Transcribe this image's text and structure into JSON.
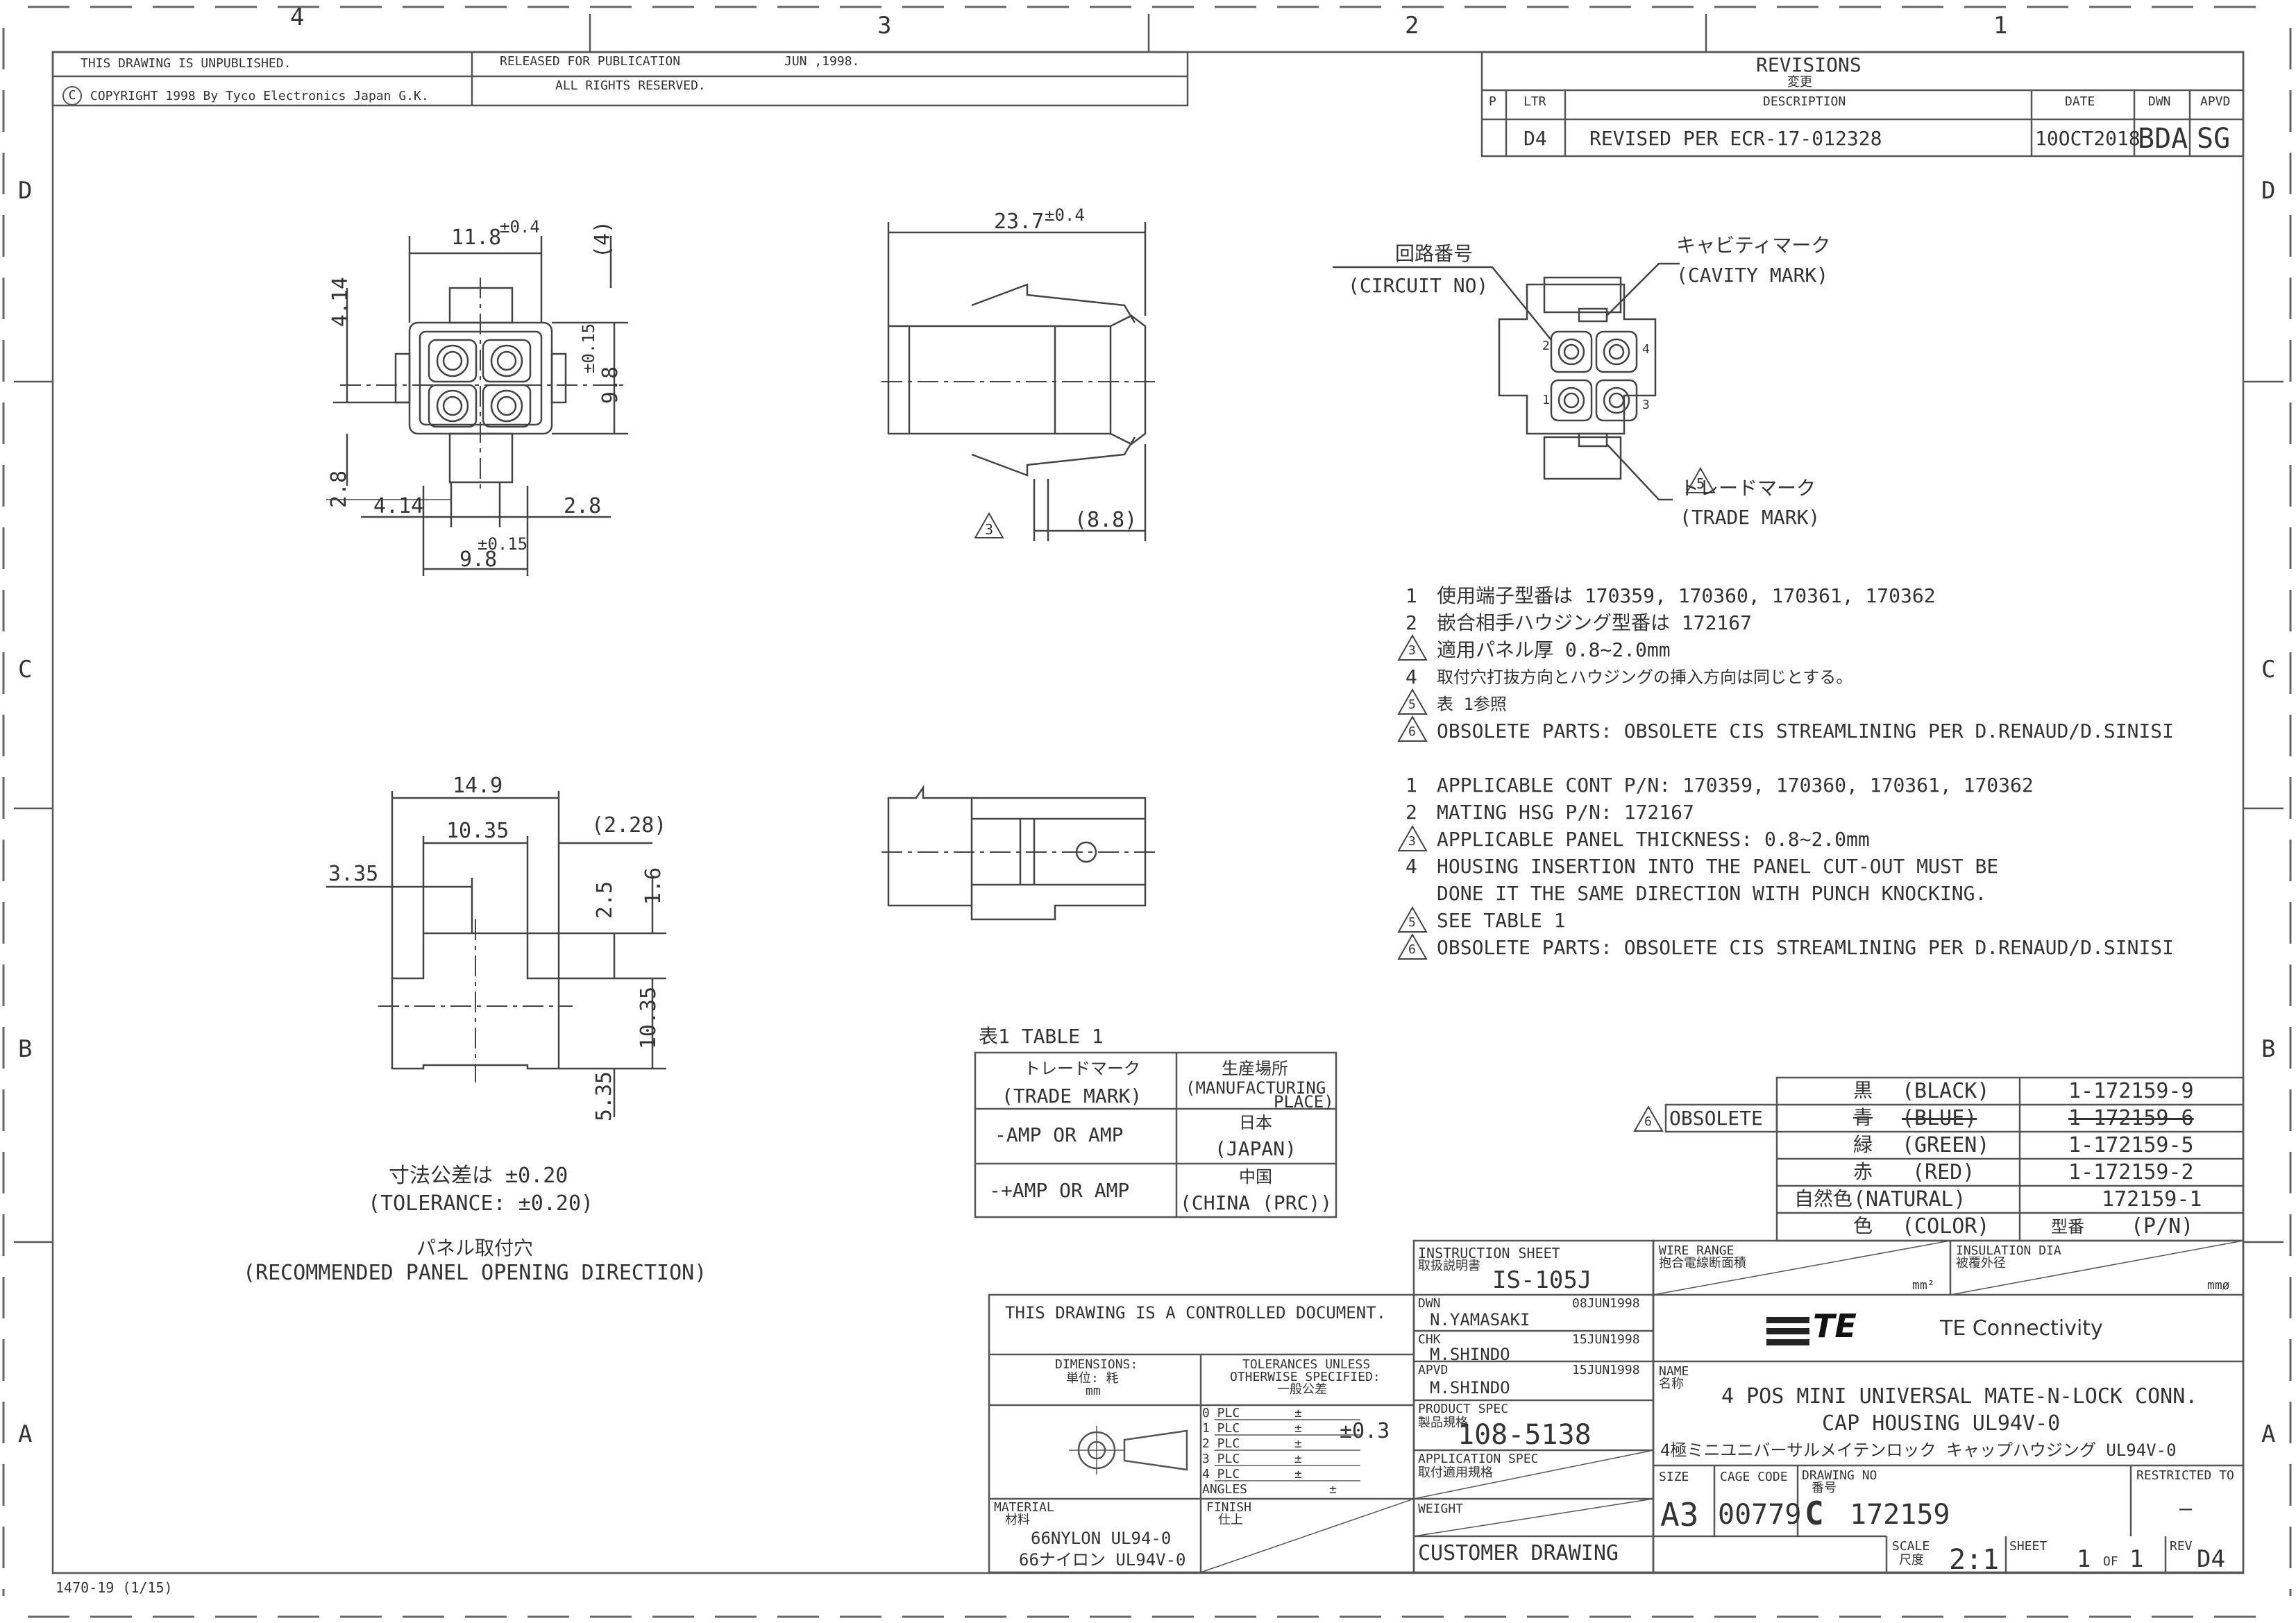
{
  "frame": {
    "zones_top": [
      "4",
      "3",
      "2",
      "1"
    ],
    "zones_side": [
      "D",
      "C",
      "B",
      "A"
    ]
  },
  "header": {
    "unpublished": "THIS DRAWING IS UNPUBLISHED.",
    "copyright": "COPYRIGHT  1998  By Tyco Electronics Japan G.K.",
    "copyright_symbol": "C",
    "released": "RELEASED FOR PUBLICATION",
    "released_date": "JUN ,1998.",
    "rights": "ALL RIGHTS RESERVED."
  },
  "revisions": {
    "title": "REVISIONS",
    "title_jp": "変更",
    "headers": [
      "P",
      "LTR",
      "DESCRIPTION",
      "DATE",
      "DWN",
      "APVD"
    ],
    "rows": [
      {
        "p": "",
        "ltr": "D4",
        "description": "REVISED  PER  ECR-17-012328",
        "date": "10OCT2018",
        "dwn": "BDA",
        "apvd": "SG"
      }
    ]
  },
  "view_front": {
    "dims": [
      "11.8",
      "±0.4",
      "(4)",
      "4.14",
      "±0.15",
      "9.8",
      "2.8",
      "4.14",
      "2.8",
      "±0.15",
      "9.8"
    ]
  },
  "view_side": {
    "dims": [
      "23.7",
      "±0.4",
      "(8.8)",
      "3"
    ]
  },
  "view_circuit": {
    "circuit_jp": "回路番号",
    "circuit_en": "(CIRCUIT  NO)",
    "cavity_jp": "キャビティマーク",
    "cavity_en": "(CAVITY  MARK)",
    "trade_num": "5",
    "trade_jp": "トレードマーク",
    "trade_en": "(TRADE  MARK)",
    "pins": [
      "1",
      "2",
      "3",
      "4"
    ]
  },
  "notes_jp": [
    {
      "num": "1",
      "text": "使用端子型番は  170359, 170360, 170361, 170362",
      "tri": false
    },
    {
      "num": "2",
      "text": "嵌合相手ハウジング型番は  172167",
      "tri": false
    },
    {
      "num": "3",
      "text": "適用パネル厚  0.8~2.0mm",
      "tri": true
    },
    {
      "num": "4",
      "text": "取付穴打抜方向とハウジングの挿入方向は同じとする。",
      "tri": false
    },
    {
      "num": "5",
      "text": "表 1参照",
      "tri": true
    },
    {
      "num": "6",
      "text": "OBSOLETE  PARTS:  OBSOLETE  CIS  STREAMLINING  PER  D.RENAUD/D.SINISI",
      "tri": true
    }
  ],
  "notes_en": [
    {
      "num": "1",
      "text": "APPLICABLE  CONT  P/N:  170359,  170360,  170361,  170362",
      "tri": false
    },
    {
      "num": "2",
      "text": "MATING  HSG  P/N:  172167",
      "tri": false
    },
    {
      "num": "3",
      "text": "APPLICABLE  PANEL  THICKNESS:  0.8~2.0mm",
      "tri": true
    },
    {
      "num": "4",
      "text": "HOUSING  INSERTION  INTO  THE  PANEL  CUT-OUT  MUST  BE",
      "tri": false
    },
    {
      "num": "",
      "text": "DONE  IT  THE  SAME  DIRECTION  WITH  PUNCH  KNOCKING.",
      "tri": false
    },
    {
      "num": "5",
      "text": "SEE  TABLE  1",
      "tri": true
    },
    {
      "num": "6",
      "text": "OBSOLETE  PARTS:  OBSOLETE  CIS  STREAMLINING  PER  D.RENAUD/D.SINISI",
      "tri": true
    }
  ],
  "panel_cutout": {
    "dims": [
      "14.9",
      "10.35",
      "(2.28)",
      "3.35",
      "2.5",
      "1.6",
      "10.35",
      "5.35"
    ],
    "tolerance_jp": "寸法公差は ±0.20",
    "tolerance_en": "(TOLERANCE:  ±0.20)",
    "caption_jp": "パネル取付穴",
    "caption_en": "(RECOMMENDED  PANEL  OPENING  DIRECTION)"
  },
  "table1": {
    "title": "表1   TABLE  1",
    "head_trade_jp": "トレードマーク",
    "head_trade_en": "(TRADE  MARK)",
    "head_place_jp": "生産場所",
    "head_place_en": "(MANUFACTURING",
    "head_place_en2": "PLACE)",
    "rows": [
      {
        "mark": "-AMP  OR  AMP",
        "place_jp": "日本",
        "place_en": "(JAPAN)"
      },
      {
        "mark": "-+AMP  OR  AMP",
        "place_jp": "中国",
        "place_en": "(CHINA  (PRC))"
      }
    ]
  },
  "color_table": {
    "obsolete_num": "6",
    "obsolete_label": "OBSOLETE",
    "rows": [
      {
        "jp": "黒",
        "en": "(BLACK)",
        "pn": "1-172159-9",
        "obsolete": false
      },
      {
        "jp": "青",
        "en": "(BLUE)",
        "pn": "1-172159-6",
        "obsolete": true
      },
      {
        "jp": "緑",
        "en": "(GREEN)",
        "pn": "1-172159-5",
        "obsolete": false
      },
      {
        "jp": "赤",
        "en": "(RED)",
        "pn": "1-172159-2",
        "obsolete": false
      },
      {
        "jp": "自然色",
        "en": "(NATURAL)",
        "pn": "172159-1",
        "obsolete": false
      }
    ],
    "footer_jp": "色",
    "footer_en": "(COLOR)",
    "footer_pn_jp": "型番",
    "footer_pn_en": "(P/N)"
  },
  "title_block": {
    "controlled": "THIS  DRAWING  IS  A  CONTROLLED  DOCUMENT.",
    "dimensions_label": "DIMENSIONS:",
    "dimensions_jp": "単位:  粍",
    "dimensions_unit": "mm",
    "tolerances_label": "TOLERANCES  UNLESS",
    "tolerances_label2": "OTHERWISE  SPECIFIED:",
    "tolerances_jp": "一般公差",
    "plc": [
      "0  PLC",
      "1  PLC",
      "2  PLC",
      "3  PLC",
      "4  PLC",
      "ANGLES"
    ],
    "pm": "±",
    "tol_value": "±0.3",
    "material_label": "MATERIAL",
    "material_jp": "材料",
    "material_1": "66NYLON  UL94-0",
    "material_2": "66ナイロン  UL94V-0",
    "finish_label": "FINISH",
    "finish_jp": "仕上",
    "instruction_label": "INSTRUCTION  SHEET",
    "instruction_jp": "取扱説明書",
    "instruction_value": "IS-105J",
    "wire_range_label": "WIRE  RANGE",
    "wire_range_jp": "抱合電線断面積",
    "wire_unit": "mm²",
    "insulation_label": "INSULATION  DIA",
    "insulation_jp": "被覆外径",
    "insulation_unit": "mmø",
    "dwn_label": "DWN",
    "dwn_date": "08JUN1998",
    "dwn_name": "N.YAMASAKI",
    "chk_label": "CHK",
    "chk_date": "15JUN1998",
    "chk_name": "M.SHINDO",
    "apvd_label": "APVD",
    "apvd_date": "15JUN1998",
    "apvd_name": "M.SHINDO",
    "product_spec_label": "PRODUCT  SPEC",
    "product_spec_jp": "製品規格",
    "product_spec_value": "108-5138",
    "application_spec_label": "APPLICATION  SPEC",
    "application_spec_jp": "取付適用規格",
    "weight_label": "WEIGHT",
    "logo": "TE",
    "company": "TE  Connectivity",
    "name_label": "NAME",
    "name_jp_label": "名称",
    "name_1": "4  POS  MINI  UNIVERSAL  MATE-N-LOCK  CONN.",
    "name_2": "CAP  HOUSING  UL94V-0",
    "name_jp": "4極ミニユニバーサルメイテンロック  キャップハウジング  UL94V-0",
    "size_label": "SIZE",
    "size_value": "A3",
    "cage_label": "CAGE  CODE",
    "cage_value": "00779",
    "drawing_no_label": "DRAWING  NO",
    "drawing_no_jp": "番号",
    "drawing_no_prefix": "C",
    "drawing_no_value": "172159",
    "restricted_label": "RESTRICTED  TO",
    "restricted_value": "—",
    "customer_drawing": "CUSTOMER  DRAWING",
    "scale_label": "SCALE",
    "scale_jp": "尺度",
    "scale_value": "2:1",
    "sheet_label": "SHEET",
    "sheet_value": "1",
    "sheet_of": "OF",
    "sheet_total": "1",
    "rev_label": "REV",
    "rev_value": "D4"
  },
  "footer": {
    "form_no": "1470-19  (1/15)"
  }
}
